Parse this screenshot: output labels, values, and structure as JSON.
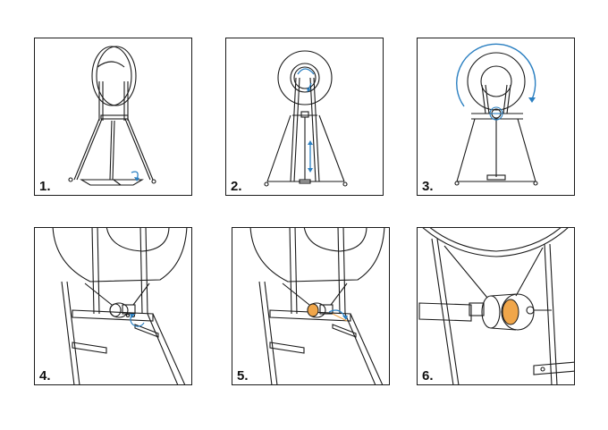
{
  "steps": [
    {
      "label": "1."
    },
    {
      "label": "2."
    },
    {
      "label": "3."
    },
    {
      "label": "4."
    },
    {
      "label": "5."
    },
    {
      "label": "6."
    }
  ],
  "colors": {
    "line": "#1a1a1a",
    "arrow_blue": "#2a7fc1",
    "highlight_orange": "#f0a64a"
  }
}
